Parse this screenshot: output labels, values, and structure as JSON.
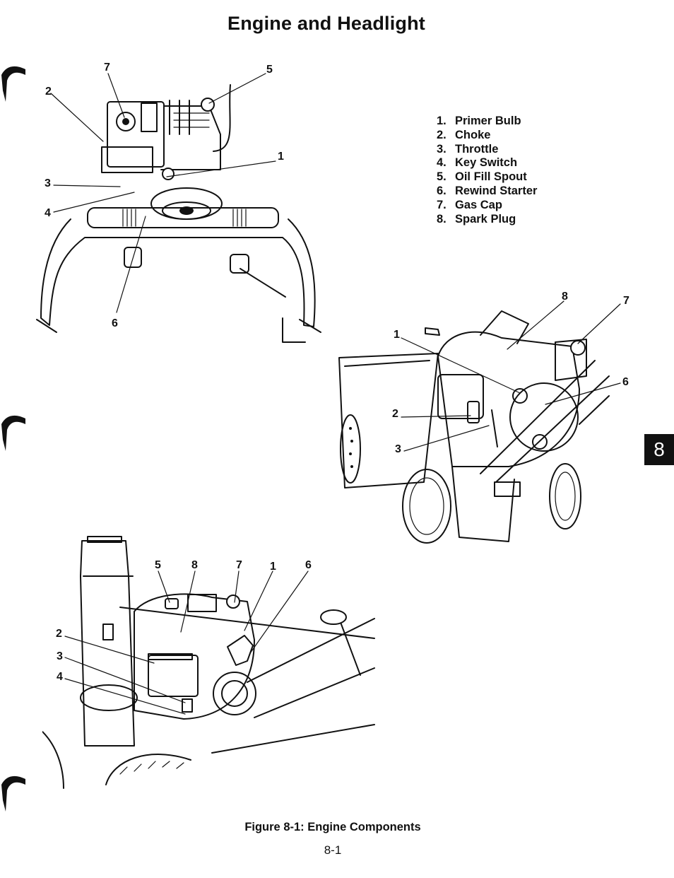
{
  "page": {
    "title": "Engine and Headlight",
    "section_tab": "8",
    "caption": "Figure 8-1: Engine Components",
    "page_number": "8-1"
  },
  "legend": [
    {
      "num": "1.",
      "label": "Primer Bulb"
    },
    {
      "num": "2.",
      "label": "Choke"
    },
    {
      "num": "3.",
      "label": "Throttle"
    },
    {
      "num": "4.",
      "label": "Key Switch"
    },
    {
      "num": "5.",
      "label": "Oil Fill Spout"
    },
    {
      "num": "6.",
      "label": "Rewind Starter"
    },
    {
      "num": "7.",
      "label": "Gas Cap"
    },
    {
      "num": "8.",
      "label": "Spark Plug"
    }
  ],
  "figures": {
    "top_left": {
      "callouts": [
        "7",
        "5",
        "2",
        "1",
        "3",
        "4",
        "6"
      ]
    },
    "right": {
      "callouts": [
        "8",
        "7",
        "1",
        "6",
        "2",
        "3"
      ]
    },
    "bottom": {
      "callouts": [
        "5",
        "8",
        "7",
        "1",
        "6",
        "2",
        "3",
        "4"
      ]
    }
  },
  "colors": {
    "ink": "#111111",
    "paper": "#ffffff",
    "tab_bg": "#111111",
    "tab_text": "#ffffff"
  }
}
